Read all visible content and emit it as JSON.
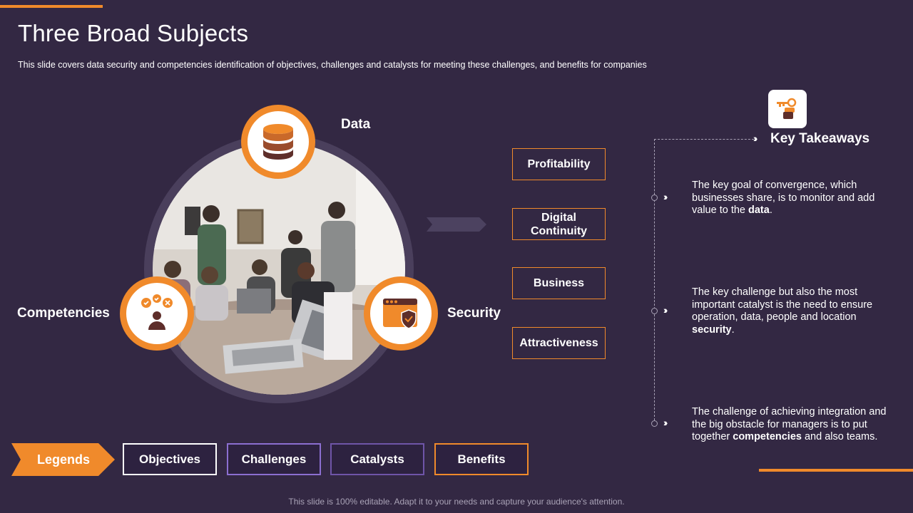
{
  "title": "Three Broad Subjects",
  "subtitle": "This slide covers data security and competencies identification of objectives, challenges and catalysts for meeting these challenges, and benefits for companies",
  "subjects": {
    "data": "Data",
    "competencies": "Competencies",
    "security": "Security"
  },
  "categories": [
    "Profitability",
    "Digital Continuity",
    "Business",
    "Attractiveness"
  ],
  "key_takeaways": {
    "heading": "Key Takeaways",
    "items": [
      {
        "text": "The key goal of convergence, which businesses share, is to monitor and add value to the ",
        "bold": "data",
        "after": "."
      },
      {
        "text": "The key challenge but also the most important catalyst is the need to ensure operation, data, people and location ",
        "bold": "security",
        "after": "."
      },
      {
        "text": "The challenge of achieving integration and the big obstacle for managers is to put together ",
        "bold": "competencies",
        "after": " and also teams."
      }
    ]
  },
  "legend": {
    "label": "Legends",
    "items": [
      {
        "label": "Objectives",
        "color": "#ffffff"
      },
      {
        "label": "Challenges",
        "color": "#8c6fd1"
      },
      {
        "label": "Catalysts",
        "color": "#6f55a8"
      },
      {
        "label": "Benefits",
        "color": "#f08a2b"
      }
    ]
  },
  "footer": "This slide is 100% editable. Adapt it to your needs and capture your audience's attention.",
  "colors": {
    "accent": "#f08a2b",
    "background": "#332843"
  }
}
